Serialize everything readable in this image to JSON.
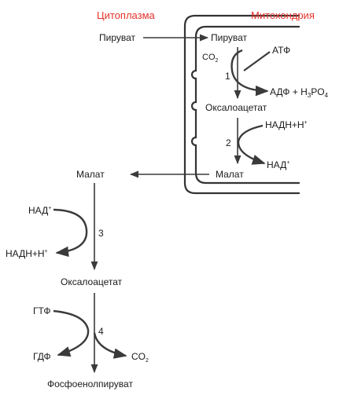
{
  "compartments": {
    "cytoplasm": "Цитоплазма",
    "mitochondria": "Митохондрия"
  },
  "colors": {
    "compartment_label": "#e5322b",
    "ink": "#1a1a1a",
    "arrow": "#3a3a3a",
    "membrane": "#333333"
  },
  "metabolites": {
    "pyruvate_cyto": "Пируват",
    "pyruvate_mito": "Пируват",
    "oxaloacetate_mito": "Оксалоацетат",
    "malate_mito": "Малат",
    "malate_cyto": "Малат",
    "oxaloacetate_cyto": "Оксалоацетат",
    "phosphoenolpyruvate": "Фосфоенолпируват"
  },
  "cofactors": {
    "co2_in": "CO",
    "atp": "АТФ",
    "adp": "АДФ + H",
    "nadh_in_mito": "НАДН+Н",
    "nad_out_mito": "НАД",
    "nad_in_cyto": "НАД",
    "nadh_out_cyto": "НАДН+Н",
    "gtp": "ГТФ",
    "gdp": "ГДФ",
    "co2_out": "CO"
  },
  "steps": [
    "1",
    "2",
    "3",
    "4"
  ]
}
